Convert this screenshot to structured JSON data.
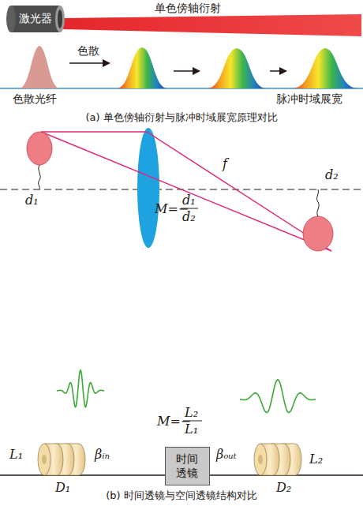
{
  "diagram": {
    "nodes": [
      {
        "text": [
          "激光器"
        ]
      },
      {
        "text": [
          "时间透镜"
        ]
      }
    ],
    "labels": [
      "单色傍轴衍射",
      "色散",
      "色散光纤",
      "脉冲时域展宽",
      "(a) 单色傍轴衍射与脉冲时域展宽原理对比",
      "d₁",
      "f",
      "d₂",
      "M=−",
      "d₁",
      "d₂",
      "M=−",
      "L₂",
      "L₁",
      "L₁",
      "βᵢₙ",
      "D₁",
      "βₒᵤₜ",
      "L₂",
      "D₂",
      "(b) 时间透镜与空间透镜结构对比"
    ]
  }
}
